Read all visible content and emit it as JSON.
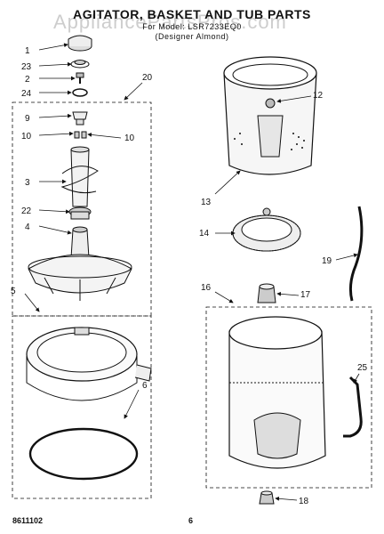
{
  "header": {
    "title": "AGITATOR, BASKET AND TUB PARTS",
    "model_line": "For Model: LSR7233EQ0",
    "finish_line": "(Designer Almond)"
  },
  "watermark": "AppliancePartsPros.com",
  "footer": {
    "code": "8611102",
    "page": "6"
  },
  "callouts": [
    "1",
    "23",
    "2",
    "24",
    "20",
    "9",
    "10",
    "10",
    "3",
    "22",
    "4",
    "5",
    "6",
    "12",
    "13",
    "14",
    "19",
    "16",
    "17",
    "25",
    "18"
  ]
}
